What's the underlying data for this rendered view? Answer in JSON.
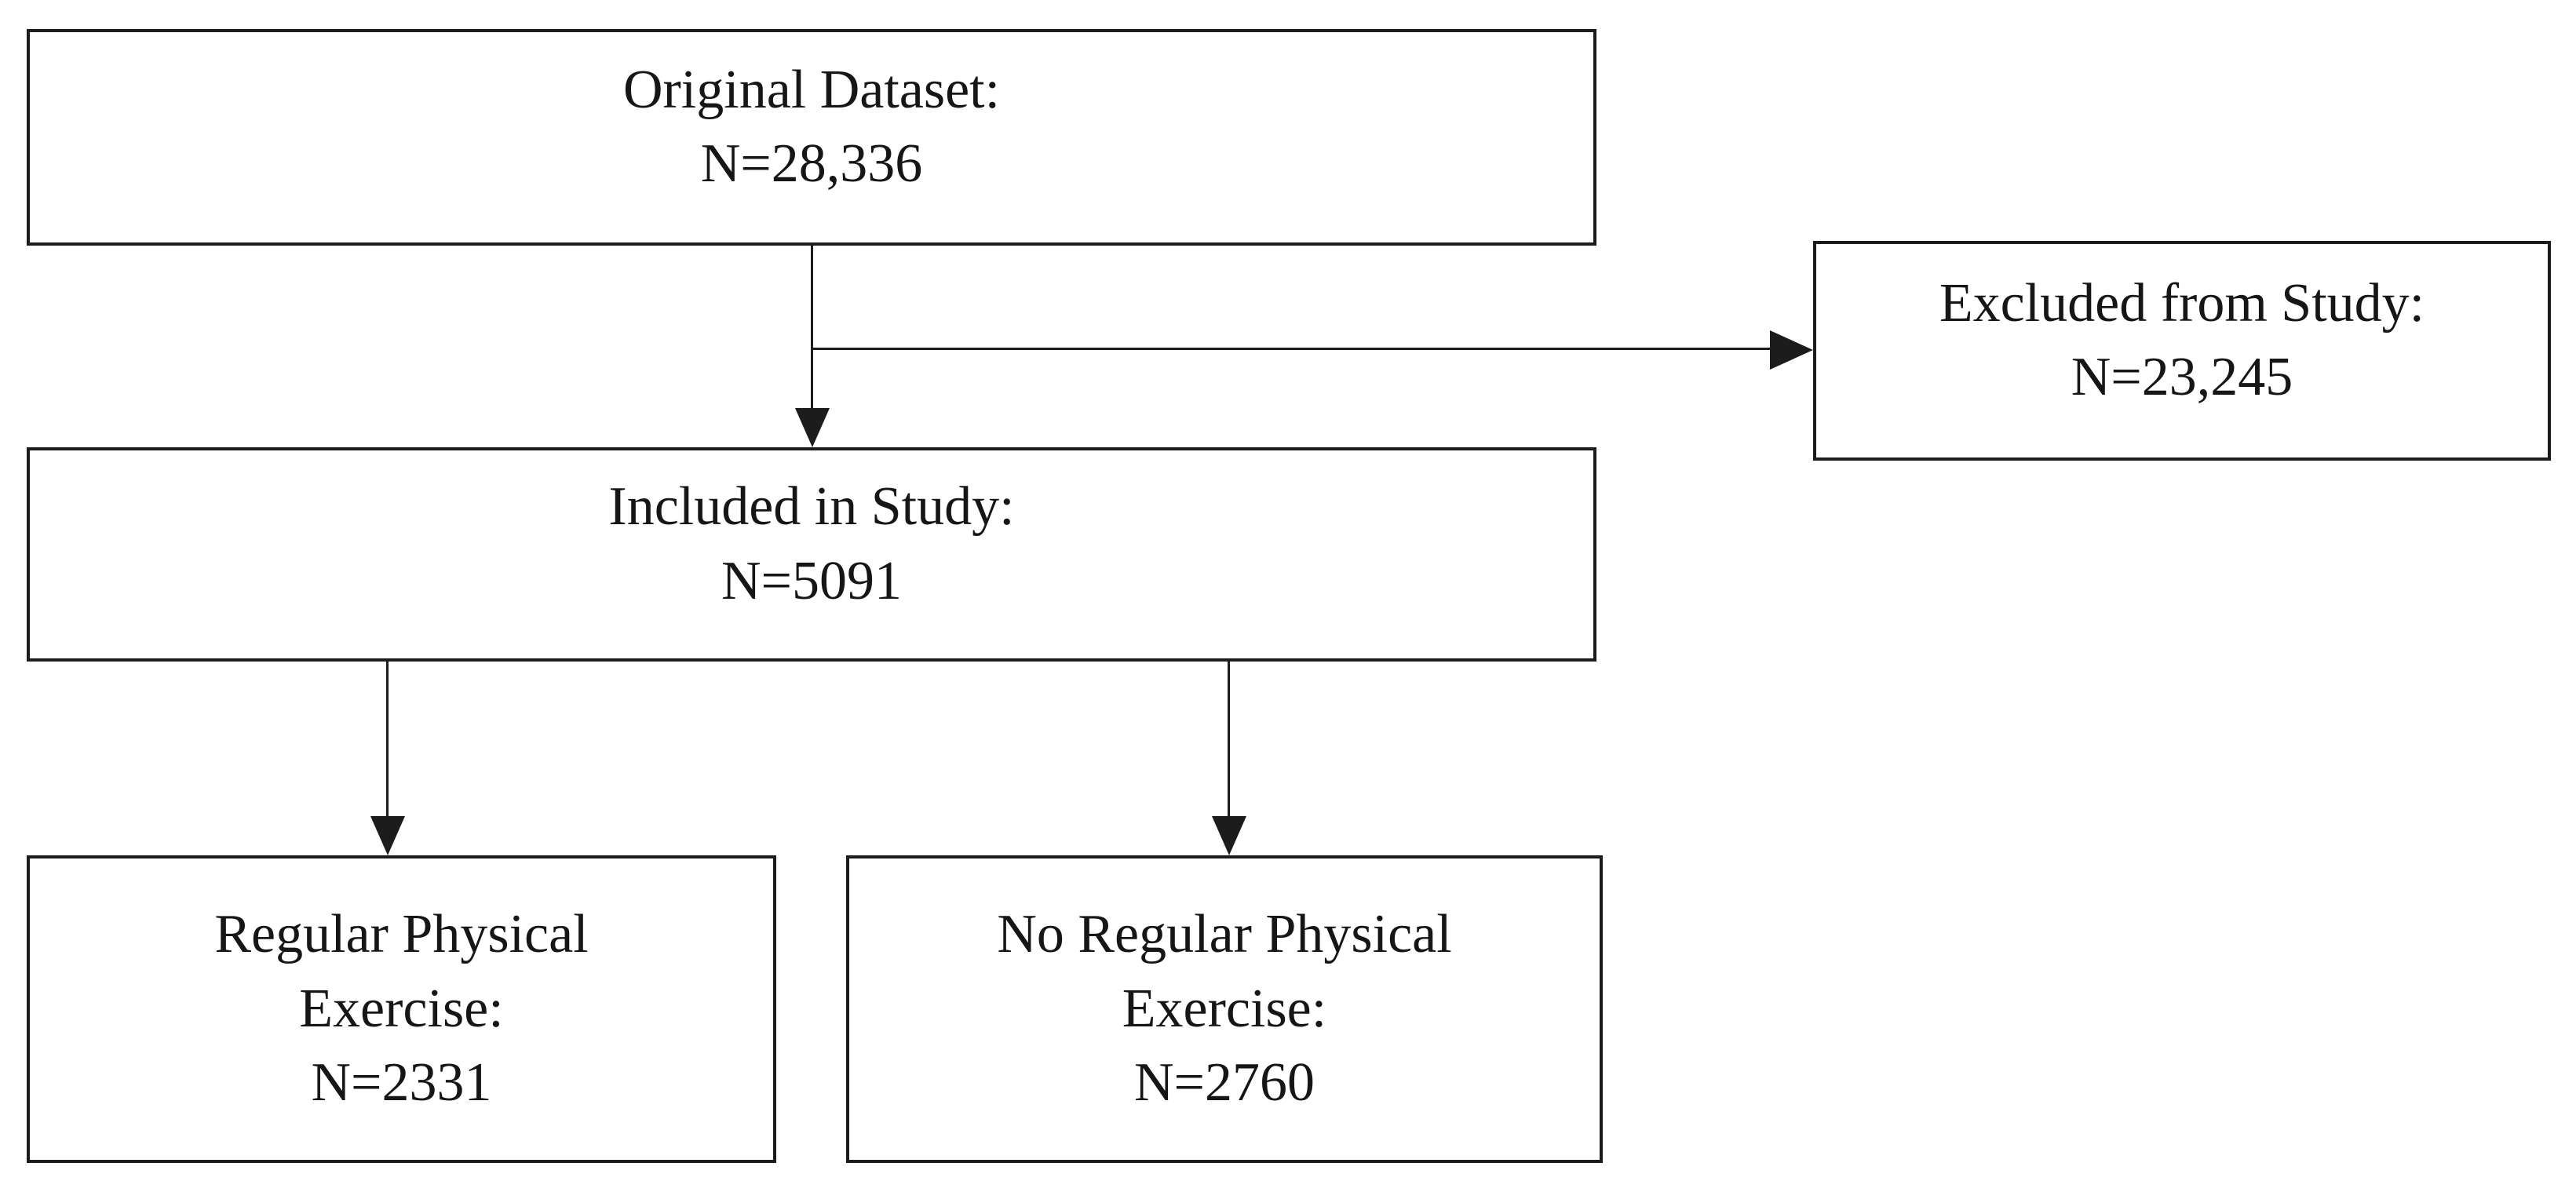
{
  "figure": {
    "type": "study-flow-diagram",
    "background_color": "#ffffff",
    "line_color": "#1c1c1c",
    "text_color": "#161616"
  },
  "nodes": {
    "original": {
      "lines": [
        "Original Dataset:",
        "N=28,336"
      ],
      "label": "Original Dataset:",
      "value": "N=28,336"
    },
    "excluded": {
      "lines": [
        "Excluded from Study:",
        "N=23,245"
      ],
      "label": "Excluded from Study:",
      "value": "N=23,245"
    },
    "included": {
      "lines": [
        "Included in Study:",
        "N=5091"
      ],
      "label": "Included in Study:",
      "value": "N=5091"
    },
    "regular_exercise": {
      "lines": [
        "Regular Physical",
        "Exercise:",
        "N=2331"
      ],
      "label": "Regular Physical Exercise:",
      "value": "N=2331"
    },
    "no_regular_exercise": {
      "lines": [
        "No Regular Physical",
        "Exercise:",
        "N=2760"
      ],
      "label": "No Regular Physical Exercise:",
      "value": "N=2760"
    }
  },
  "edges": [
    {
      "from": "original",
      "to": "included",
      "style": "arrow-down"
    },
    {
      "from": "original",
      "to": "excluded",
      "style": "arrow-right"
    },
    {
      "from": "included",
      "to": "regular_exercise",
      "style": "arrow-down"
    },
    {
      "from": "included",
      "to": "no_regular_exercise",
      "style": "arrow-down"
    }
  ]
}
